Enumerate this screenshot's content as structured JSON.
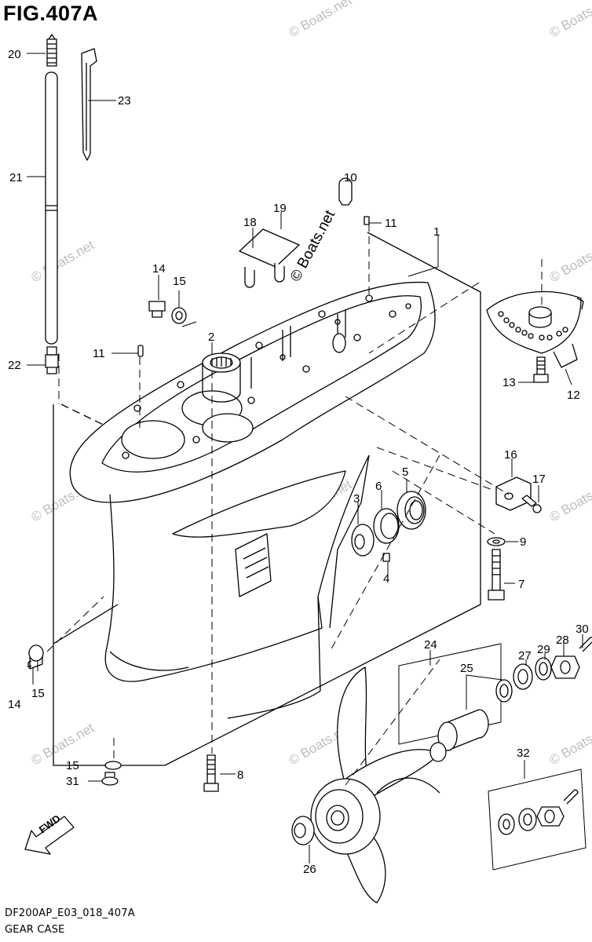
{
  "figure": {
    "title": "FIG.407A",
    "code": "DF200AP_E03_018_407A",
    "name": "GEAR CASE",
    "direction_label": "FWD"
  },
  "watermark": "© Boats.net",
  "callouts": [
    "20",
    "23",
    "21",
    "10",
    "18",
    "19",
    "11",
    "1",
    "14",
    "15",
    "11",
    "2",
    "22",
    "13",
    "12",
    "16",
    "17",
    "5",
    "6",
    "3",
    "9",
    "4",
    "7",
    "24",
    "28",
    "30",
    "27",
    "29",
    "25",
    "14",
    "15",
    "32",
    "15",
    "31",
    "8",
    "26"
  ]
}
